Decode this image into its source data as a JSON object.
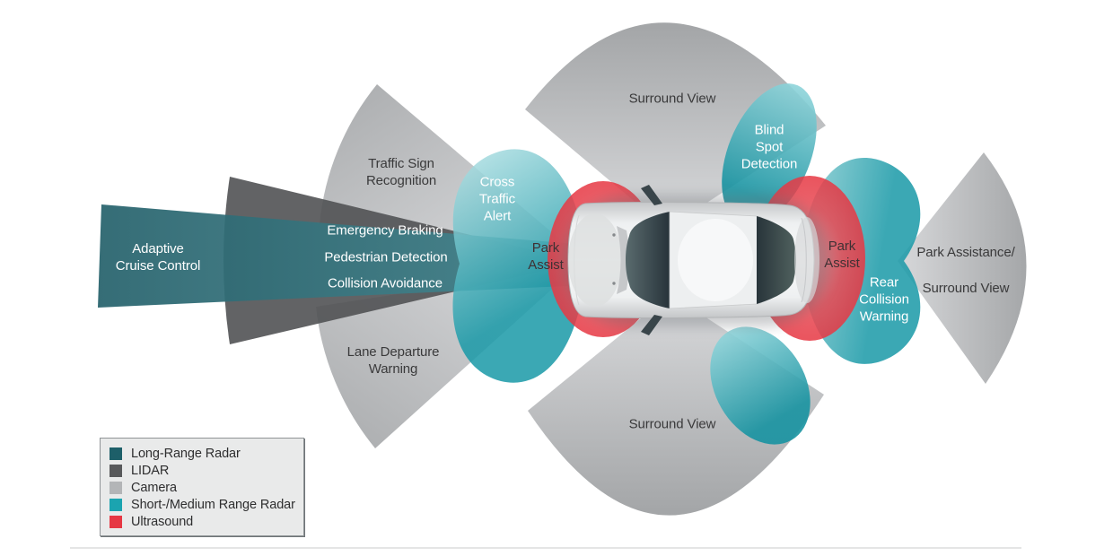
{
  "diagram": {
    "subject": "car-top-view-adas-sensor-coverage",
    "zones": {
      "adaptive_cruise_control": "Adaptive\nCruise Control",
      "traffic_sign_recognition": "Traffic Sign\nRecognition",
      "emergency_braking": "Emergency Braking",
      "pedestrian_detection": "Pedestrian Detection",
      "collision_avoidance": "Collision Avoidance",
      "cross_traffic_alert": "Cross\nTraffic\nAlert",
      "park_assist_front": "Park\nAssist",
      "surround_view_top": "Surround View",
      "blind_spot_detection": "Blind\nSpot\nDetection",
      "park_assist_rear": "Park\nAssist",
      "rear_collision_warning": "Rear\nCollision\nWarning",
      "park_assistance_surround_view": "Park Assistance/\nSurround View",
      "lane_departure_warning": "Lane Departure\nWarning",
      "surround_view_bottom": "Surround View"
    }
  },
  "legend": {
    "items": [
      {
        "label": "Long-Range Radar",
        "color": "#1d5f69",
        "sensor": "long-range-radar"
      },
      {
        "label": "LIDAR",
        "color": "#58595b",
        "sensor": "lidar"
      },
      {
        "label": "Camera",
        "color": "#b3b5b7",
        "sensor": "camera"
      },
      {
        "label": "Short-/Medium Range Radar",
        "color": "#1ba4b0",
        "sensor": "short-medium-range-radar"
      },
      {
        "label": "Ultrasound",
        "color": "#e63743",
        "sensor": "ultrasound"
      }
    ]
  },
  "colors": {
    "long_range_radar": "#1d5f69",
    "lidar": "#58595b",
    "camera": "#b3b5b7",
    "short_medium_range_radar": "#1ba4b0",
    "ultrasound": "#e63743",
    "label_dark": "#3a3a3b",
    "label_light": "#ffffff"
  }
}
